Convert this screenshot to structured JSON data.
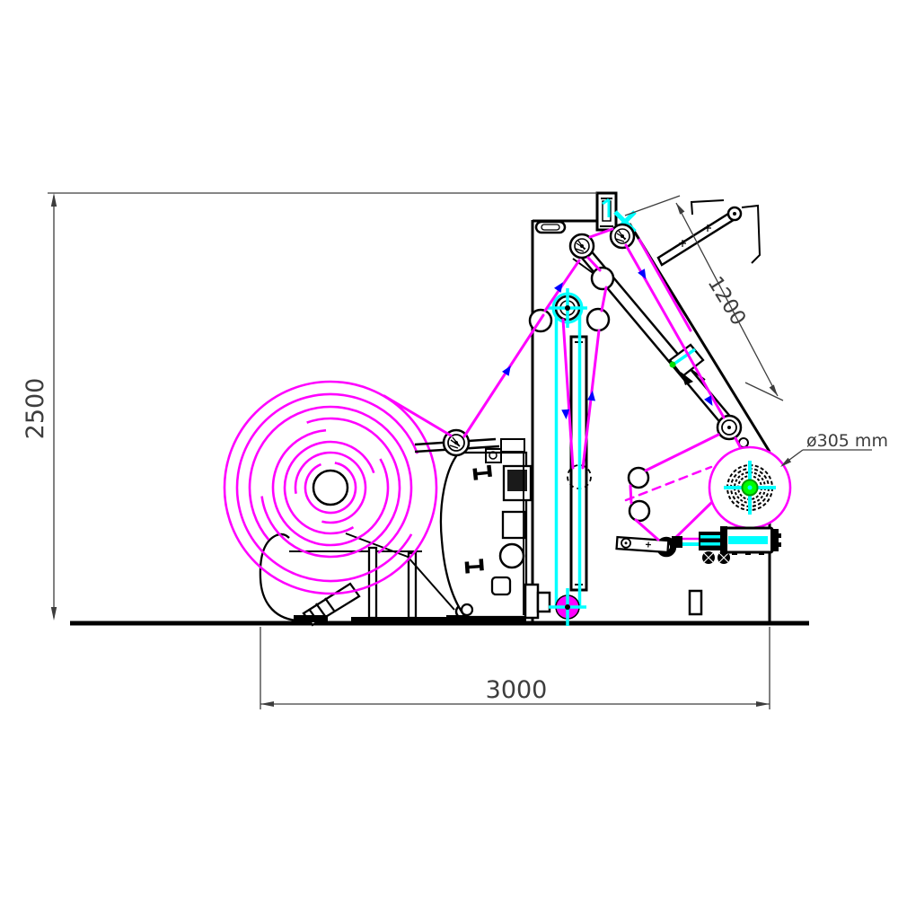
{
  "drawing": {
    "type": "technical side elevation of a web press / unwind-rewind machine",
    "dimensions": {
      "height": {
        "label": "2500",
        "orientation": "vertical-left"
      },
      "width": {
        "label": "3000",
        "orientation": "horizontal-bottom"
      },
      "arm": {
        "label": "1200",
        "orientation": "diagonal-upper-right"
      },
      "core_diameter": {
        "label": "ø305 mm",
        "orientation": "leader-right"
      }
    },
    "colors": {
      "linework": "#000000",
      "dimension_text": "#3d3d3d",
      "web_path": "#ff00ff",
      "belt_and_centerlines": "#00ffff",
      "core_marker": "#00ff00",
      "direction_arrows": "#0000ff",
      "background": "#ffffff"
    },
    "components": [
      "unwind paper roll (magenta spiral)",
      "unwind stand and base",
      "print unit body",
      "vertical festoon belt (cyan)",
      "guide rollers",
      "pendulum mast arm",
      "damper on mast",
      "top hook arm",
      "rewind roll ø305 with crosshair",
      "rewind drive motor",
      "floor line",
      "dimension lines 2500 / 3000 / 1200"
    ]
  }
}
